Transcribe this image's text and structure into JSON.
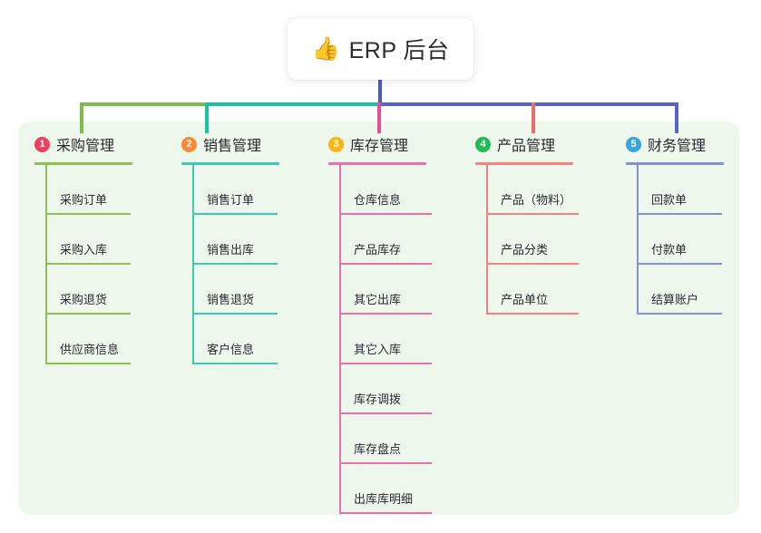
{
  "root": {
    "icon": "thumbs-up-icon",
    "icon_glyph": "👍",
    "title": "ERP 后台"
  },
  "palette": {
    "panel_background": "#eef7ec",
    "page_background": "#ffffff",
    "trunk": "#4a5bc4",
    "text": "#2b2b33"
  },
  "diagram": {
    "type": "mind-map",
    "branch_count": 5,
    "branches": [
      {
        "number": "1",
        "title": "采购管理",
        "badge_color": "#ee3f5e",
        "line_color": "#8cc152",
        "items": [
          "采购订单",
          "采购入库",
          "采购退货",
          "供应商信息"
        ]
      },
      {
        "number": "2",
        "title": "销售管理",
        "badge_color": "#f68b38",
        "line_color": "#3fc9b4",
        "items": [
          "销售订单",
          "销售出库",
          "销售退货",
          "客户信息"
        ]
      },
      {
        "number": "3",
        "title": "库存管理",
        "badge_color": "#f8b612",
        "line_color": "#ee6fa8",
        "items": [
          "仓库信息",
          "产品库存",
          "其它出库",
          "其它入库",
          "库存调拨",
          "库存盘点",
          "出库库明细"
        ]
      },
      {
        "number": "4",
        "title": "产品管理",
        "badge_color": "#23b956",
        "line_color": "#f3837c",
        "items": [
          "产品（物料）",
          "产品分类",
          "产品单位"
        ]
      },
      {
        "number": "5",
        "title": "财务管理",
        "badge_color": "#36a7e0",
        "line_color": "#7e92d8",
        "items": [
          "回款单",
          "付款单",
          "结算账户"
        ]
      }
    ]
  }
}
